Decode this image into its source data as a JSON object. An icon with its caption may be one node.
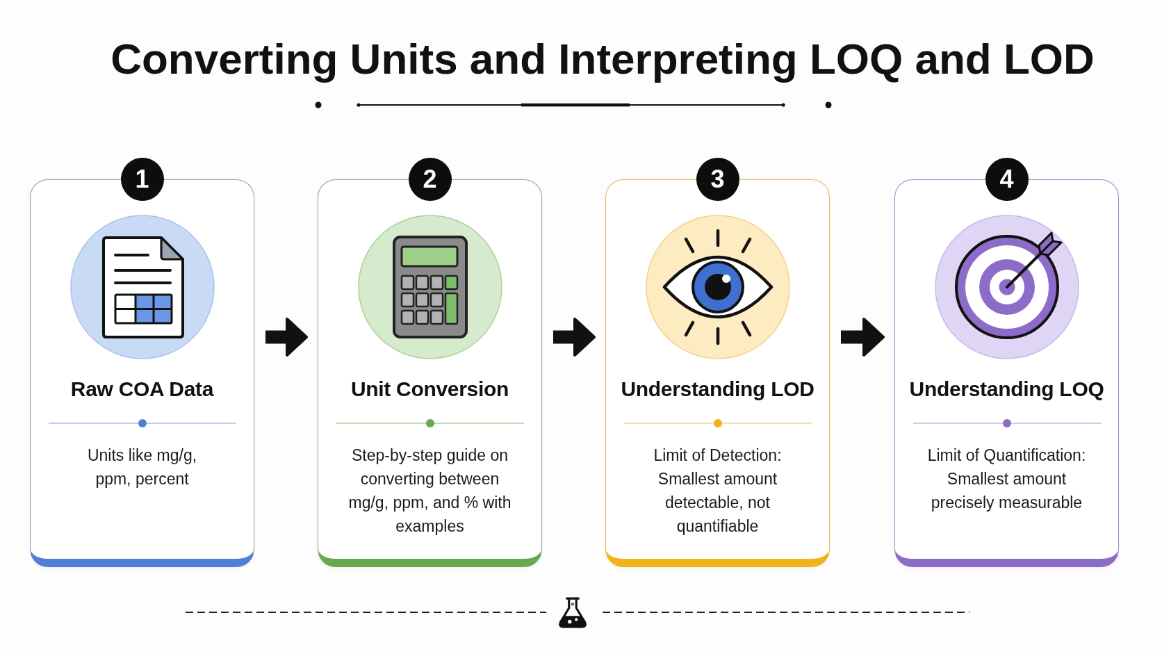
{
  "diagram": {
    "title": "Converting Units and Interpreting LOQ and LOD",
    "nodes": [
      {
        "text": [
          "1"
        ]
      },
      {
        "text": [
          "Raw COA Data",
          "Units like mg/g, ppm, percent"
        ]
      },
      {
        "text": [
          "2"
        ]
      },
      {
        "text": [
          "Unit Conversion",
          "Step-by-step guide on converting between mg/g, ppm, and % with examples"
        ]
      },
      {
        "text": [
          "3"
        ]
      },
      {
        "text": [
          "Understanding LOD",
          "Limit of Detection: Smallest amount detectable, not quantifiable"
        ]
      },
      {
        "text": [
          "4"
        ]
      },
      {
        "text": [
          "Understanding LOQ",
          "Limit of Quantification: Smallest amount precisely measurable"
        ]
      }
    ],
    "edges": [
      {
        "from": 1,
        "to": 3,
        "arrow": "to"
      },
      {
        "from": 3,
        "to": 5,
        "arrow": "to"
      },
      {
        "from": 5,
        "to": 7,
        "arrow": "to"
      }
    ]
  }
}
